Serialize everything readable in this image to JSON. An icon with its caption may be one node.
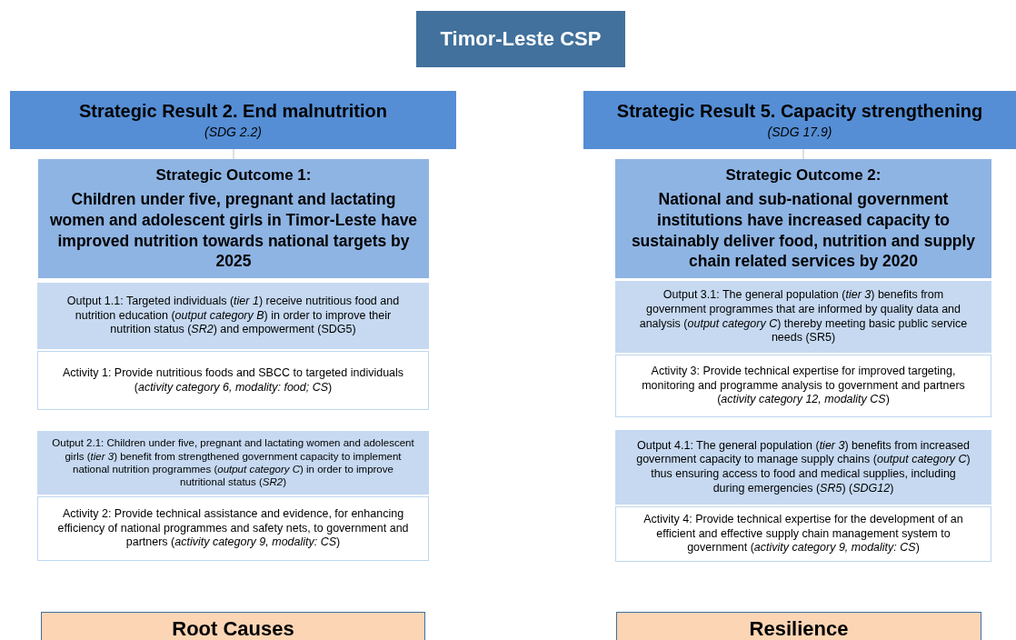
{
  "diagram": {
    "nodes": [
      {
        "text": [
          "Timor-Leste CSP"
        ]
      },
      {
        "text": [
          "Strategic Result 2. End malnutrition",
          "(SDG 2.2)"
        ]
      },
      {
        "text": [
          "Strategic Outcome 1:",
          "Children under five, pregnant and lactating women and adolescent girls in Timor-Leste have improved nutrition towards national targets by 2025"
        ]
      },
      {
        "text": [
          "Output 1.1: Targeted individuals (*tier 1*) receive nutritious food and nutrition education (*output category B*) in order to improve their nutrition status (*SR2*) and empowerment (SDG5)"
        ]
      },
      {
        "text": [
          "Activity 1: Provide nutritious foods and SBCC to targeted individuals (*activity category 6, modality: food; CS*)"
        ]
      },
      {
        "text": [
          "Output 2.1: Children under five, pregnant and lactating women and adolescent girls (*tier 3*) benefit from strengthened government capacity to implement national nutrition programmes (*output category C*) in order to improve nutritional status (*SR2*)"
        ]
      },
      {
        "text": [
          "Activity 2: Provide technical assistance and evidence, for enhancing efficiency of national programmes and safety nets, to government and partners (*activity category 9, modality: CS*)"
        ]
      },
      {
        "text": [
          "Strategic Result 5. Capacity strengthening",
          "(SDG 17.9)"
        ]
      },
      {
        "text": [
          "Strategic Outcome 2:",
          "National and sub-national government institutions have increased capacity to sustainably deliver food, nutrition and supply chain related services by 2020"
        ]
      },
      {
        "text": [
          "Output 3.1: The general population (*tier 3*) benefits from government programmes that are informed by quality data and analysis (*output category C*) thereby meeting basic public service needs (SR5)"
        ]
      },
      {
        "text": [
          "Activity 3: Provide technical expertise for improved targeting, monitoring and programme analysis to government and partners (*activity category 12, modality CS*)"
        ]
      },
      {
        "text": [
          "Output 4.1: The general population (*tier 3*) benefits from increased government capacity to manage supply chains (*output category C*) thus ensuring access to food and medical supplies, including during emergencies (*SR5*) (*SDG12*)"
        ]
      },
      {
        "text": [
          "Activity 4: Provide technical expertise for the development of an efficient and effective supply chain management system to government (*activity category 9, modality: CS*)"
        ]
      },
      {
        "text": [
          "Root Causes"
        ]
      },
      {
        "text": [
          "Resilience"
        ]
      }
    ],
    "edges": [
      {
        "from": 1,
        "to": 2,
        "arrow": "none"
      },
      {
        "from": 7,
        "to": 8,
        "arrow": "none"
      }
    ]
  }
}
